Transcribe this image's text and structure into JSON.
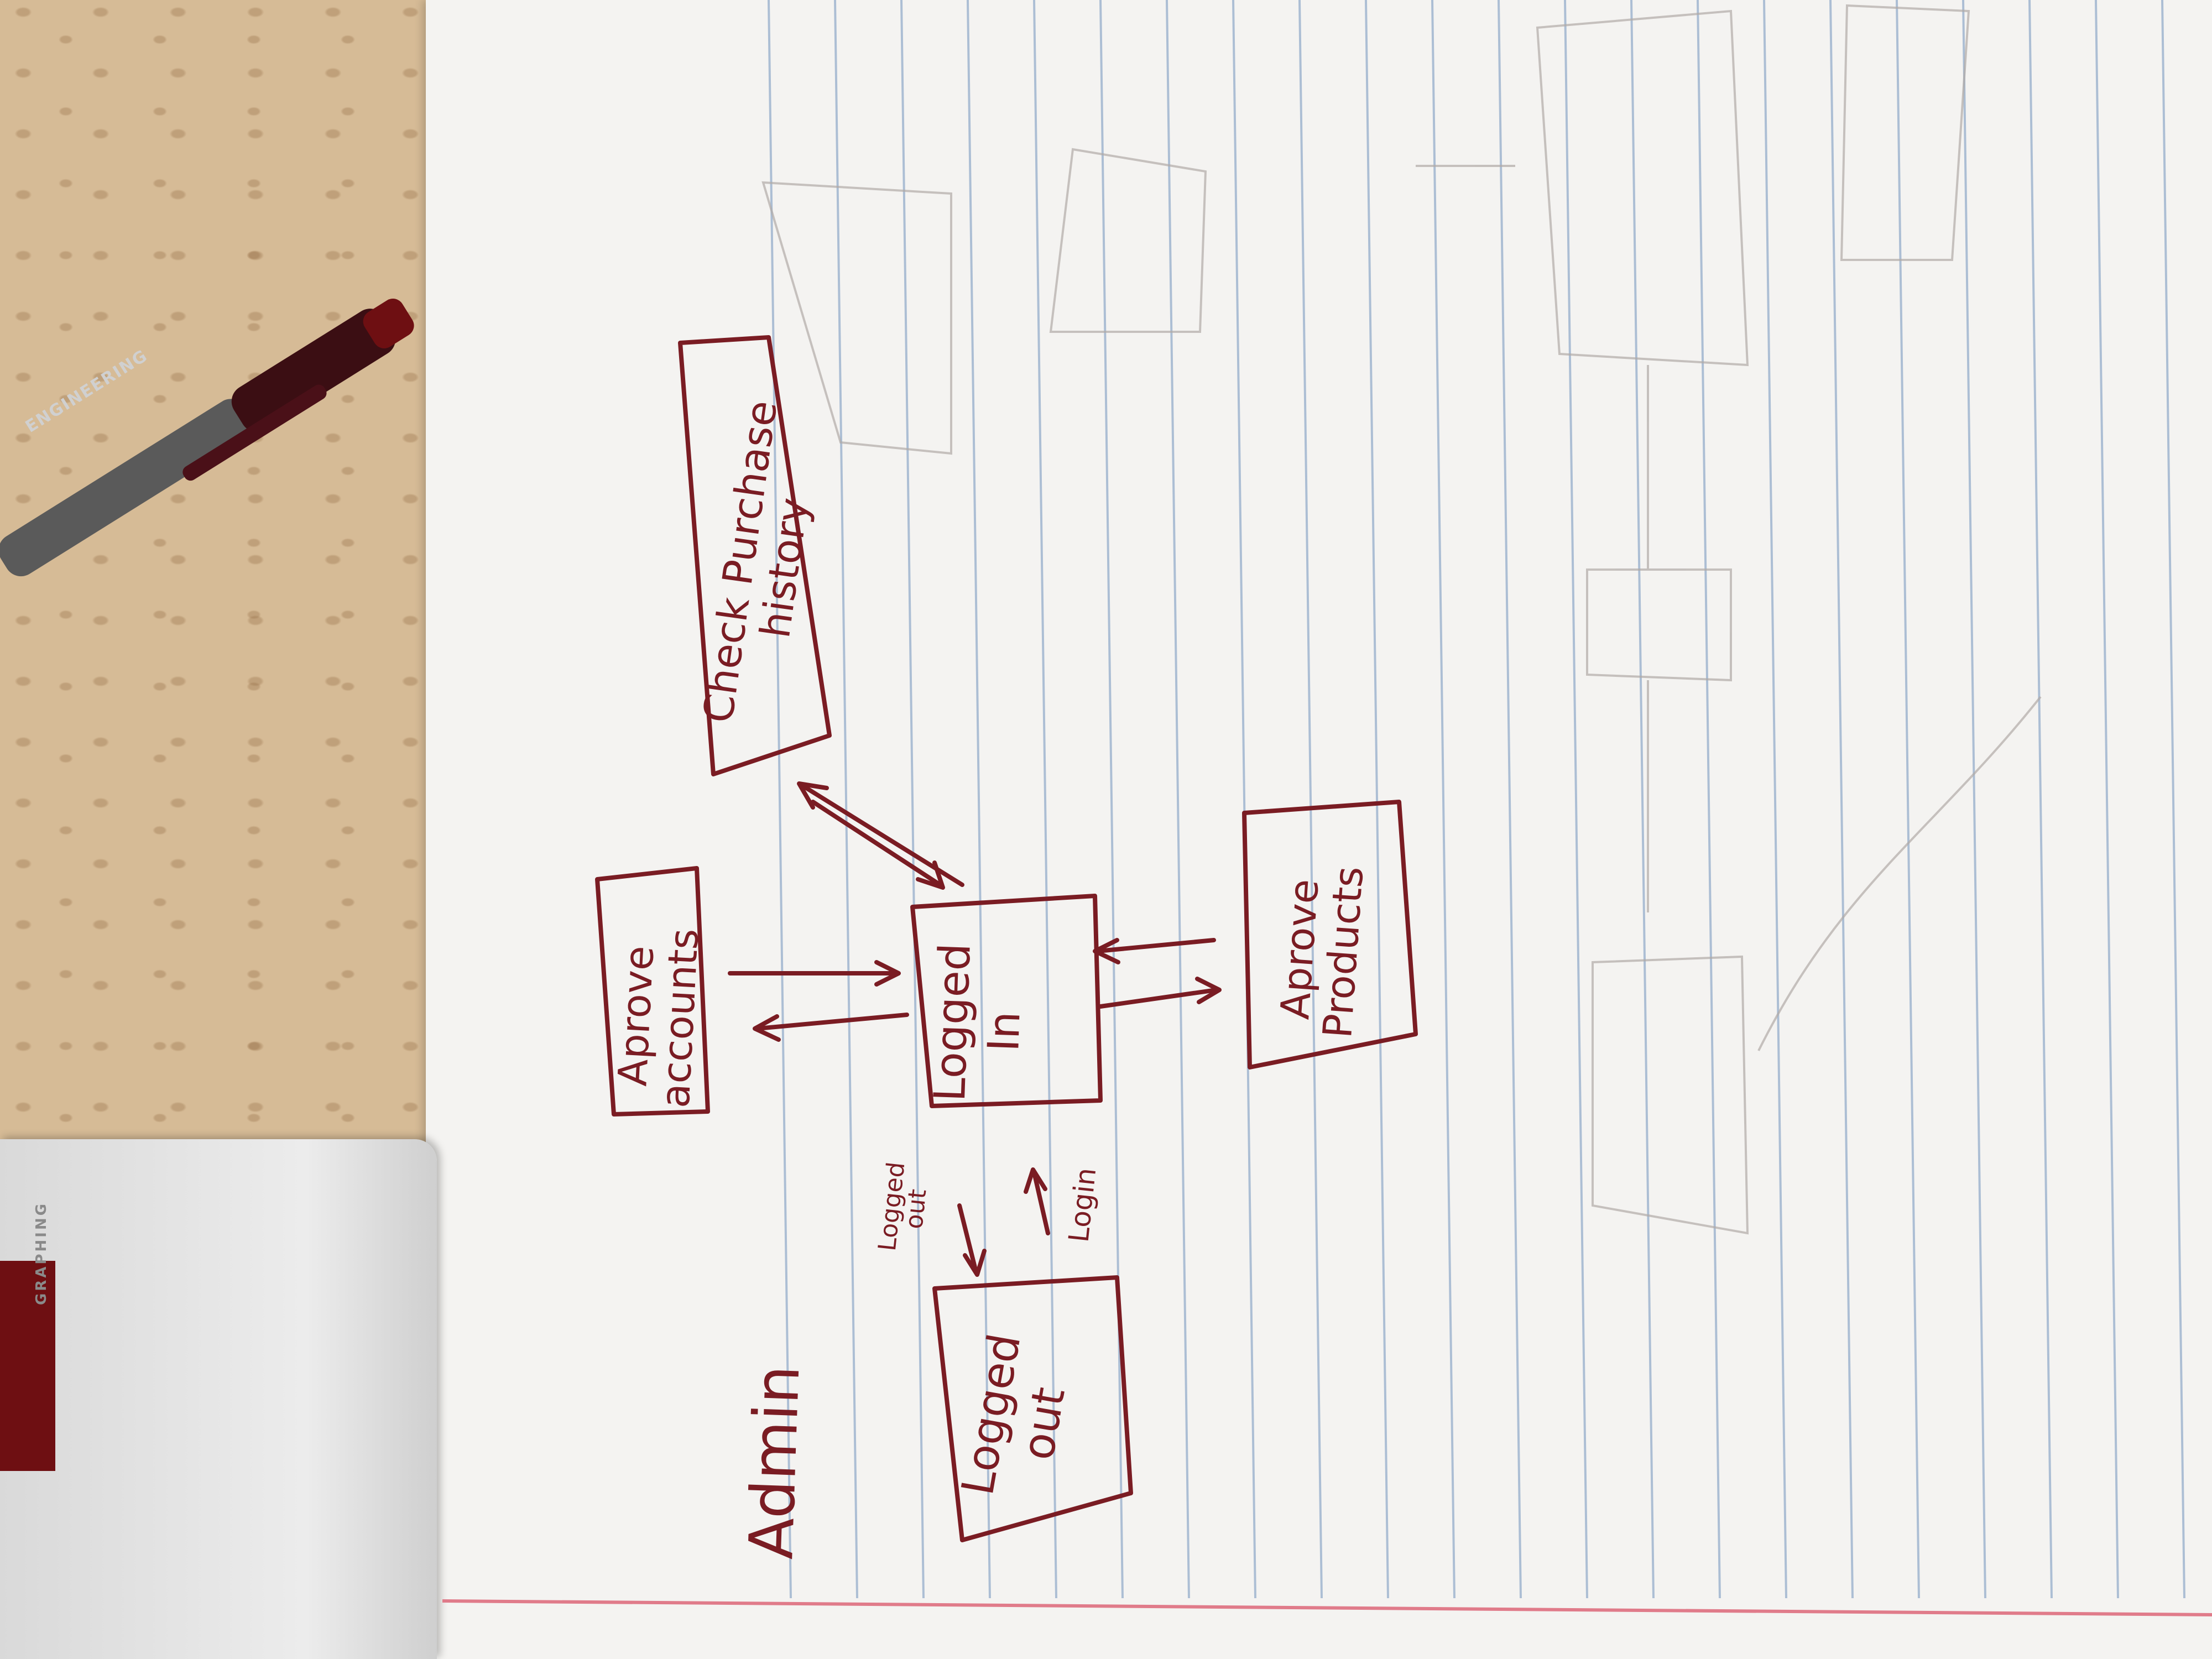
{
  "diagram": {
    "title": "Admin",
    "nodes": {
      "logged_out": "Logged out",
      "logged_in": "Logged In",
      "approve_accounts": "Aprove accounts",
      "approve_products": "Aprove Products",
      "check_purchase_history": "Check Purchase history"
    },
    "edges": {
      "logout": "Logged out",
      "login": "Login"
    }
  },
  "scene": {
    "pen_brand": "ENGINEERING",
    "calculator_brand": "GRAPHING"
  },
  "colors": {
    "ink": "#7a1c23",
    "paper": "#f4f3f1",
    "rule_line": "#8fa9c9",
    "margin_line": "#e07b8a",
    "desk": "#d6bb96"
  }
}
